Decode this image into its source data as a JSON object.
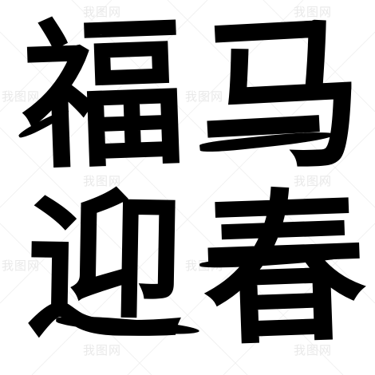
{
  "calligraphy": {
    "characters": [
      "福",
      "马",
      "迎",
      "春"
    ],
    "ink_color": "#000000",
    "background_color": "#ffffff"
  },
  "watermark": {
    "text": "我图网",
    "color": "#e9e9e9"
  }
}
